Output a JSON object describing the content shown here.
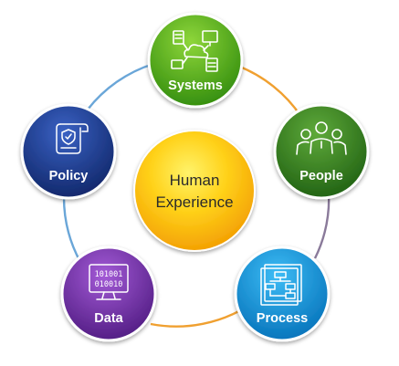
{
  "center": {
    "line1": "Human",
    "line2": "Experience"
  },
  "nodes": {
    "systems": {
      "label": "Systems",
      "icon": "cloud-network-icon",
      "color": "#3f9e12"
    },
    "people": {
      "label": "People",
      "icon": "people-group-icon",
      "color": "#2e7d1f"
    },
    "process": {
      "label": "Process",
      "icon": "flowchart-icon",
      "color": "#0a8fd6"
    },
    "data": {
      "label": "Data",
      "icon": "binary-monitor-icon",
      "color": "#6a2ea0"
    },
    "policy": {
      "label": "Policy",
      "icon": "policy-scroll-icon",
      "color": "#1d3a8f"
    }
  }
}
